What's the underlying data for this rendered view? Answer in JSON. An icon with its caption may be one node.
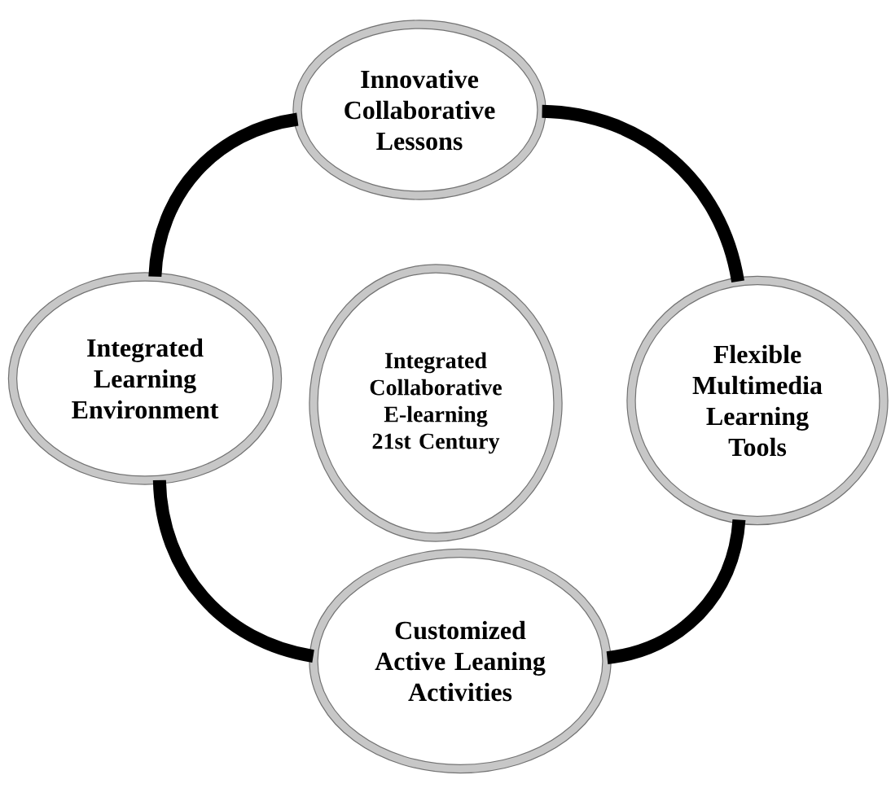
{
  "diagram": {
    "nodes": [
      {
        "text": [
          "Innovative Collaborative Lessons"
        ]
      },
      {
        "text": [
          "Integrated Learning Environment"
        ]
      },
      {
        "text": [
          "Integrated Collaborative E-learning 21st Century"
        ]
      },
      {
        "text": [
          "Flexible Multimedia Learning Tools"
        ]
      },
      {
        "text": [
          "Customized Active Leaning Activities"
        ]
      }
    ],
    "edges": [
      {
        "from": 0,
        "to": 3,
        "arrow": "none"
      },
      {
        "from": 3,
        "to": 4,
        "arrow": "none"
      },
      {
        "from": 4,
        "to": 1,
        "arrow": "none"
      },
      {
        "from": 1,
        "to": 0,
        "arrow": "none"
      }
    ]
  }
}
